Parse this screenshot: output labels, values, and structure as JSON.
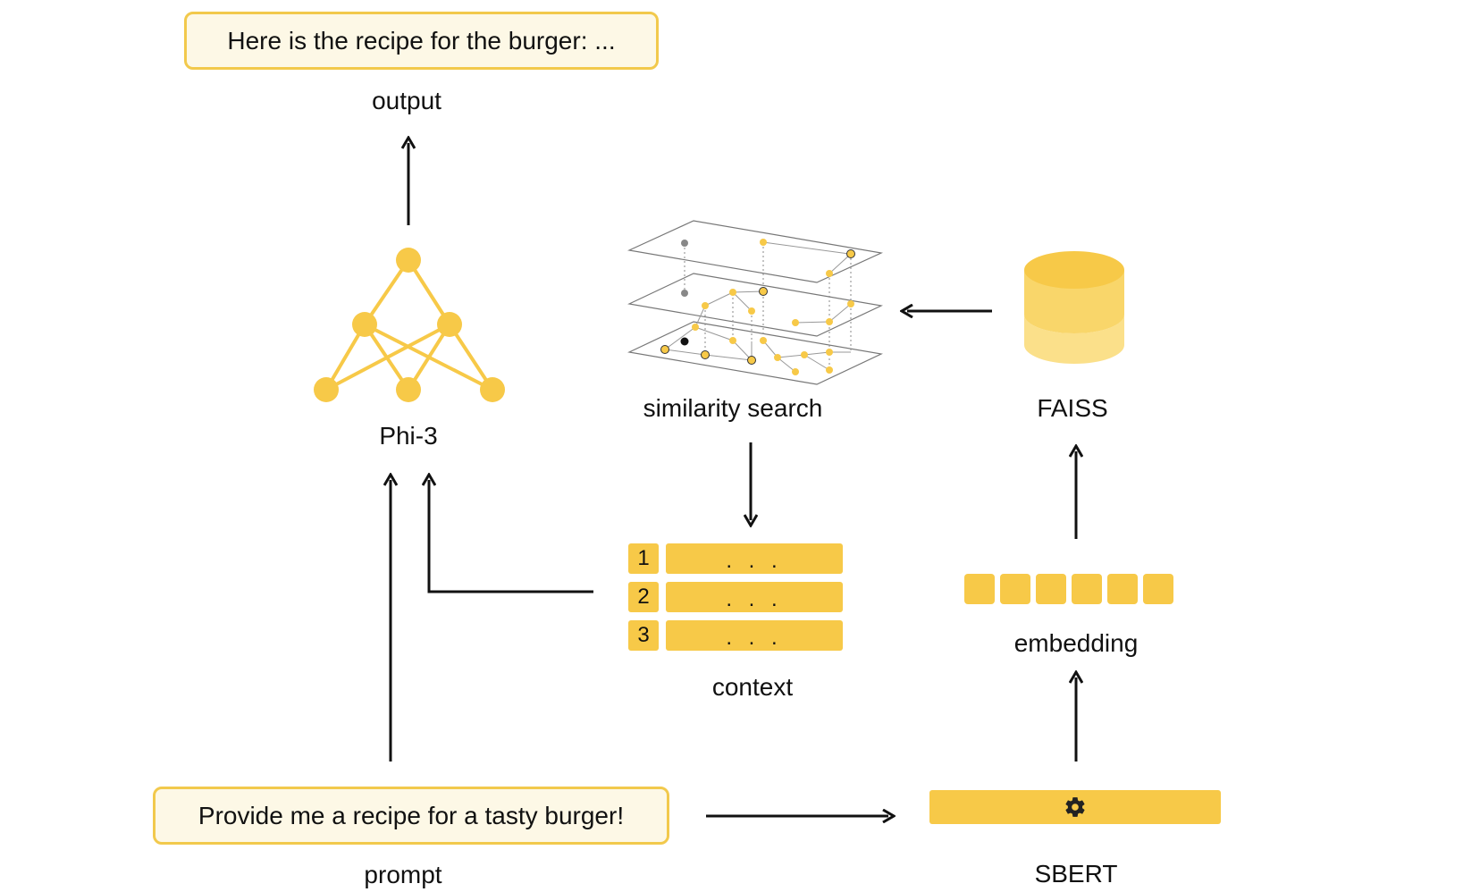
{
  "output_box": {
    "text": "Here is the recipe for the burger: ..."
  },
  "labels": {
    "output": "output",
    "model": "Phi-3",
    "similarity": "similarity search",
    "faiss": "FAISS",
    "context": "context",
    "embedding": "embedding",
    "prompt": "prompt",
    "sbert": "SBERT"
  },
  "prompt_box": {
    "text": "Provide me a recipe for a tasty burger!"
  },
  "context_rows": [
    {
      "num": "1",
      "text": ". . ."
    },
    {
      "num": "2",
      "text": ". . ."
    },
    {
      "num": "3",
      "text": ". . ."
    }
  ],
  "colors": {
    "accent": "#f7c948",
    "accent_light": "#fbe08a",
    "box_bg": "#fdf8e6",
    "box_border": "#f2c94c"
  }
}
